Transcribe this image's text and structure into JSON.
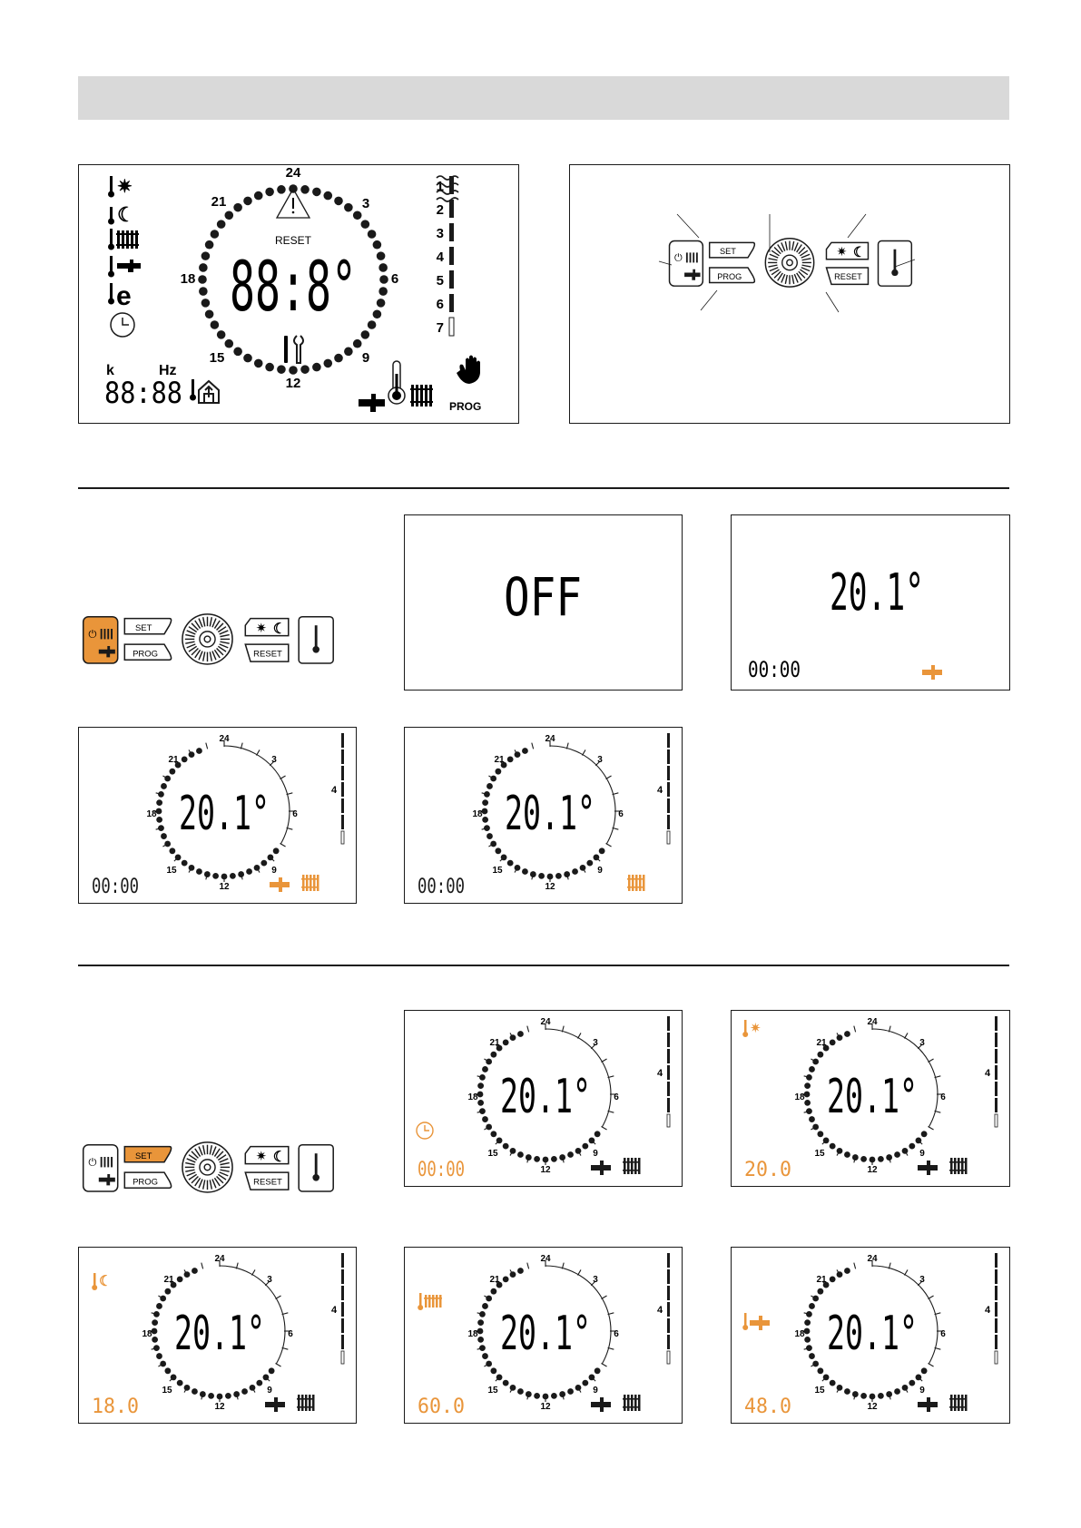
{
  "colors": {
    "accent": "#e9953a",
    "ink": "#1a1a1a",
    "header_bar": "#d9d9d9"
  },
  "full_display": {
    "main": "88:8°",
    "reset": "RESET",
    "clock_hours": [
      "24",
      "3",
      "6",
      "9",
      "12",
      "15",
      "18",
      "21"
    ],
    "levels": [
      "1",
      "2",
      "3",
      "4",
      "5",
      "6",
      "7"
    ],
    "k": "k",
    "hz": "Hz",
    "bottom_digits": "88:88",
    "prog": "PROG",
    "icons": [
      "thermo-sun-icon",
      "thermo-moon-icon",
      "thermo-radiator-icon",
      "thermo-tap-icon",
      "thermo-e-icon",
      "clock-icon",
      "warning-icon",
      "tools-icon",
      "hand-icon",
      "tap-icon",
      "thermometer-icon",
      "radiator-icon",
      "thermo-house-icon",
      "coil-icon"
    ]
  },
  "keypad": {
    "set": "SET",
    "prog": "PROG",
    "reset": "RESET"
  },
  "sec1": {
    "off": {
      "main": "OFF"
    },
    "panel2": {
      "main": "20.1°",
      "time": "00:00"
    },
    "panel3": {
      "main": "20.1°",
      "time": "00:00"
    },
    "panel4": {
      "main": "20.1°",
      "time": "00:00"
    },
    "level_label": "4",
    "hours": [
      "24",
      "3",
      "6",
      "9",
      "12",
      "15",
      "18",
      "21"
    ]
  },
  "sec2": {
    "p1": {
      "main": "20.1°",
      "bottom": "00:00"
    },
    "p2": {
      "main": "20.1°",
      "bottom": "20.0"
    },
    "p3": {
      "main": "20.1°",
      "bottom": "18.0"
    },
    "p4": {
      "main": "20.1°",
      "bottom": "60.0"
    },
    "p5": {
      "main": "20.1°",
      "bottom": "48.0"
    }
  }
}
